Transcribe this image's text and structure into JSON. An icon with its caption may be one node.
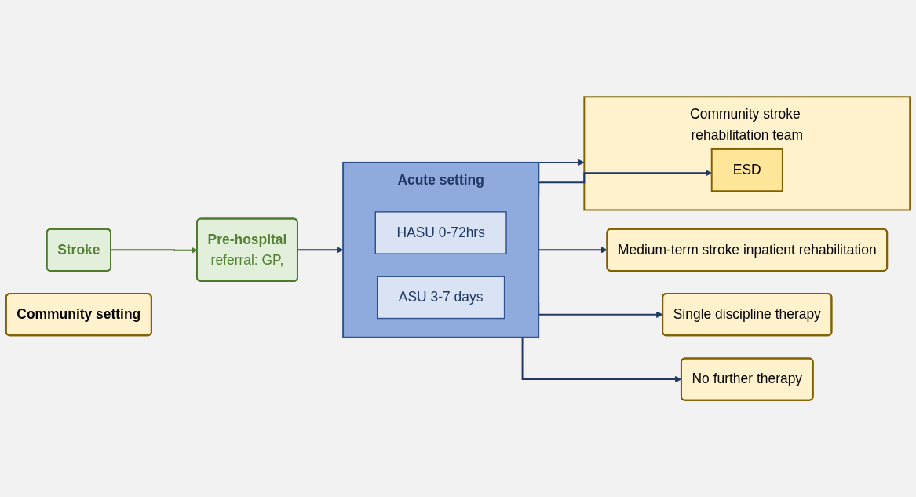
{
  "diagram": {
    "nodes": [
      {
        "text": [
          "Stroke"
        ]
      },
      {
        "text": [
          "Pre-hospital",
          "referral: GP,"
        ]
      },
      {
        "text": [
          "Acute setting"
        ]
      },
      {
        "text": [
          "HASU 0-72hrs"
        ],
        "in": 2
      },
      {
        "text": [
          "ASU 3-7 days"
        ],
        "in": 2
      },
      {
        "text": [
          "Community setting"
        ]
      },
      {
        "text": [
          "Medium-term stroke inpatient rehabilitation"
        ]
      },
      {
        "text": [
          "Community stroke rehabilitation team"
        ]
      },
      {
        "text": [
          "ESD"
        ],
        "in": 7
      },
      {
        "text": [
          "Single discipline therapy"
        ]
      },
      {
        "text": [
          "No further therapy"
        ]
      }
    ],
    "edges": [
      {
        "from": 0,
        "to": 1,
        "arrow": "to",
        "color": "#4e7a2e"
      },
      {
        "from": 1,
        "to": 2,
        "arrow": "to"
      },
      {
        "from": 2,
        "to": 6,
        "arrow": "to"
      },
      {
        "from": 2,
        "to": 7,
        "arrow": "to"
      },
      {
        "from": 2,
        "to": 8,
        "arrow": "to"
      },
      {
        "from": 2,
        "to": 9,
        "arrow": "to"
      },
      {
        "from": 2,
        "to": 10,
        "arrow": "to"
      }
    ]
  }
}
